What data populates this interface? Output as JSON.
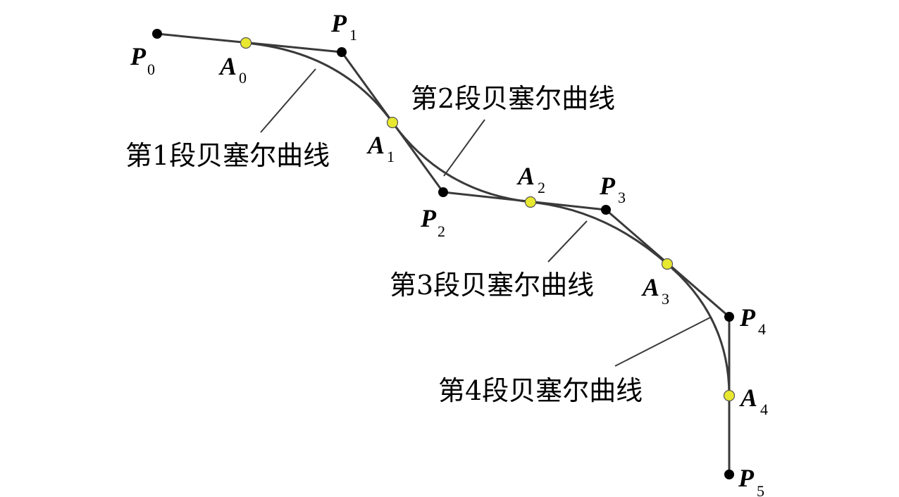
{
  "colors": {
    "line": "#3a3a3a",
    "control_point": "#000000",
    "junction_point": "#e8e830",
    "junction_stroke": "#555555"
  },
  "points": {
    "P0": {
      "letter": "P",
      "sub": "0"
    },
    "P1": {
      "letter": "P",
      "sub": "1"
    },
    "P2": {
      "letter": "P",
      "sub": "2"
    },
    "P3": {
      "letter": "P",
      "sub": "3"
    },
    "P4": {
      "letter": "P",
      "sub": "4"
    },
    "P5": {
      "letter": "P",
      "sub": "5"
    },
    "A0": {
      "letter": "A",
      "sub": "0"
    },
    "A1": {
      "letter": "A",
      "sub": "1"
    },
    "A2": {
      "letter": "A",
      "sub": "2"
    },
    "A3": {
      "letter": "A",
      "sub": "3"
    },
    "A4": {
      "letter": "A",
      "sub": "4"
    }
  },
  "segments": [
    {
      "label": "第1段贝塞尔曲线"
    },
    {
      "label": "第2段贝塞尔曲线"
    },
    {
      "label": "第3段贝塞尔曲线"
    },
    {
      "label": "第4段贝塞尔曲线"
    }
  ]
}
